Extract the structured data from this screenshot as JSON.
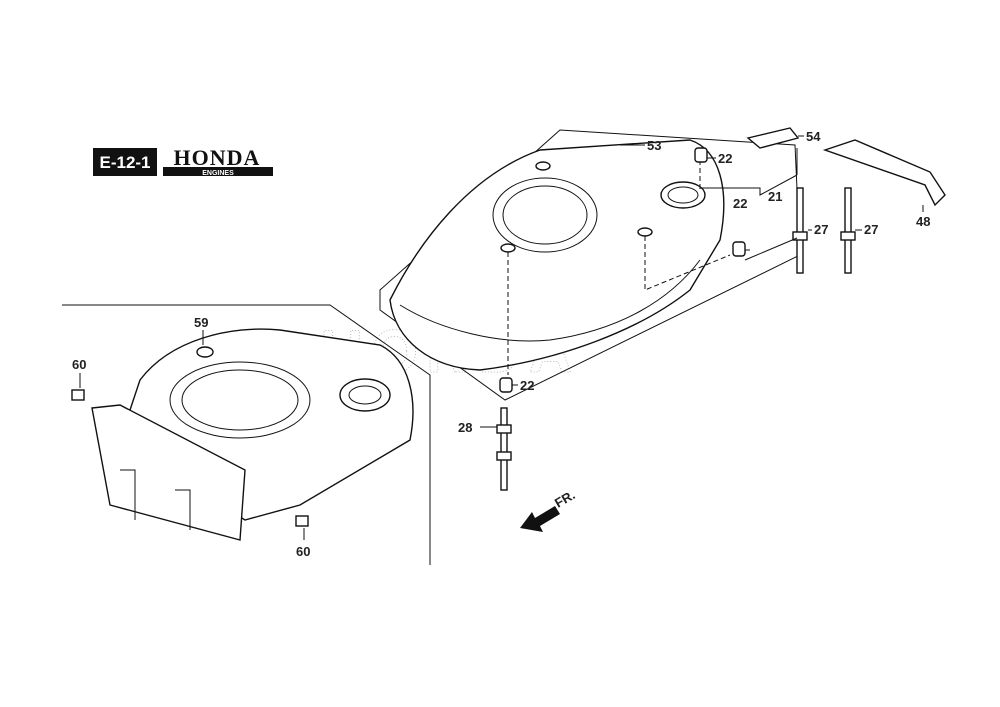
{
  "header": {
    "code": "E-12-1",
    "brand": "HONDA",
    "brand_sub": "ENGINES"
  },
  "watermark": "HONDA",
  "direction_label": "FR.",
  "callouts": {
    "c53": "53",
    "c54": "54",
    "c22a": "22",
    "c21": "21",
    "c22b": "22",
    "c27a": "27",
    "c27b": "27",
    "c48": "48",
    "c59": "59",
    "c60a": "60",
    "c22c": "22",
    "c28": "28",
    "c60b": "60"
  }
}
